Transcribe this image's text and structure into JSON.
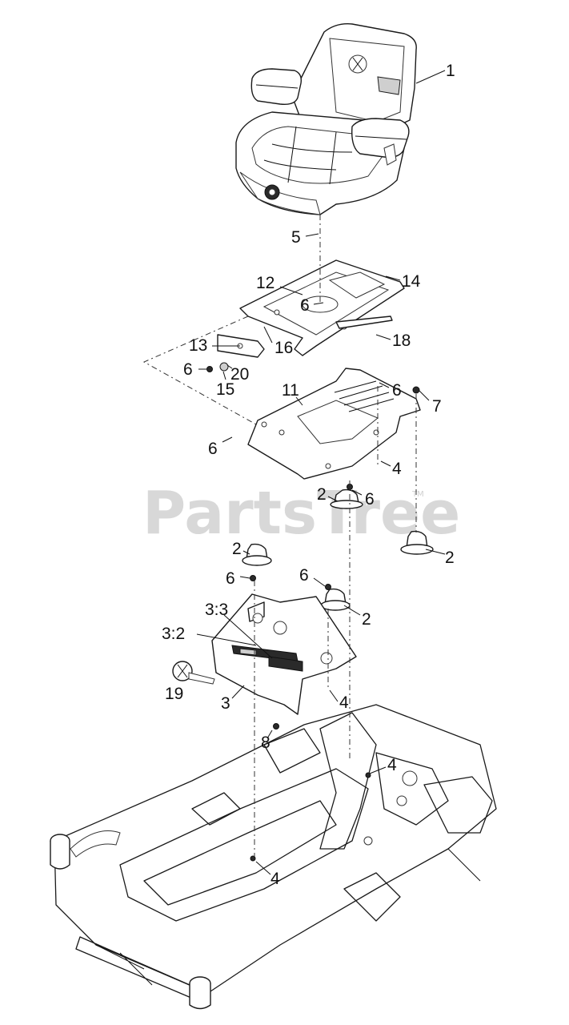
{
  "watermark": {
    "text": "PartsTree",
    "trademark": "TM"
  },
  "callouts": [
    {
      "id": "c1",
      "label": "1"
    },
    {
      "id": "c5",
      "label": "5"
    },
    {
      "id": "c12",
      "label": "12"
    },
    {
      "id": "c14",
      "label": "14"
    },
    {
      "id": "c6a",
      "label": "6"
    },
    {
      "id": "c13",
      "label": "13"
    },
    {
      "id": "c16",
      "label": "16"
    },
    {
      "id": "c18",
      "label": "18"
    },
    {
      "id": "c6b",
      "label": "6"
    },
    {
      "id": "c20",
      "label": "20"
    },
    {
      "id": "c15",
      "label": "15"
    },
    {
      "id": "c11",
      "label": "11"
    },
    {
      "id": "c6c",
      "label": "6"
    },
    {
      "id": "c7",
      "label": "7"
    },
    {
      "id": "c6d",
      "label": "6"
    },
    {
      "id": "c4a",
      "label": "4"
    },
    {
      "id": "c2a",
      "label": "2"
    },
    {
      "id": "c6e",
      "label": "6"
    },
    {
      "id": "c2b",
      "label": "2"
    },
    {
      "id": "c2c",
      "label": "2"
    },
    {
      "id": "c6f",
      "label": "6"
    },
    {
      "id": "c6g",
      "label": "6"
    },
    {
      "id": "c3_3",
      "label": "3:3"
    },
    {
      "id": "c2d",
      "label": "2"
    },
    {
      "id": "c3_2",
      "label": "3:2"
    },
    {
      "id": "c19",
      "label": "19"
    },
    {
      "id": "c3",
      "label": "3"
    },
    {
      "id": "c4b",
      "label": "4"
    },
    {
      "id": "c8",
      "label": "8"
    },
    {
      "id": "c4c",
      "label": "4"
    },
    {
      "id": "c4d",
      "label": "4"
    }
  ]
}
